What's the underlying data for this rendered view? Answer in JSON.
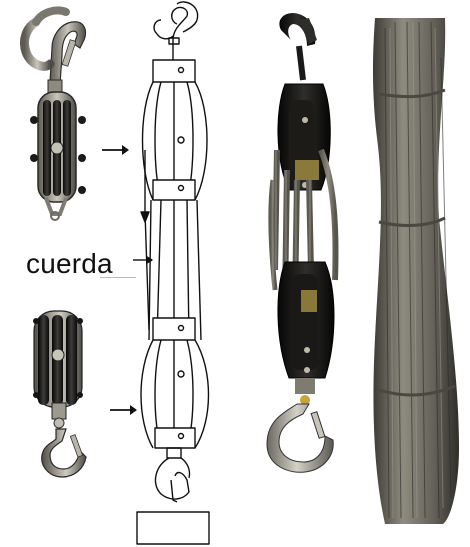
{
  "figure": {
    "rope_label": "cuerda",
    "colors": {
      "metal_dark": "#1c1c1c",
      "metal_light": "#9a9a94",
      "hook_steel": "#a7a59c",
      "rope": "#6f6c62",
      "line_art": "#111111",
      "background": "#ffffff"
    },
    "icons": [
      "top-pulley-block-photo",
      "bottom-pulley-block-photo",
      "pulley-diagram",
      "hoist-assembly-photo",
      "rope-coil-photo"
    ]
  }
}
